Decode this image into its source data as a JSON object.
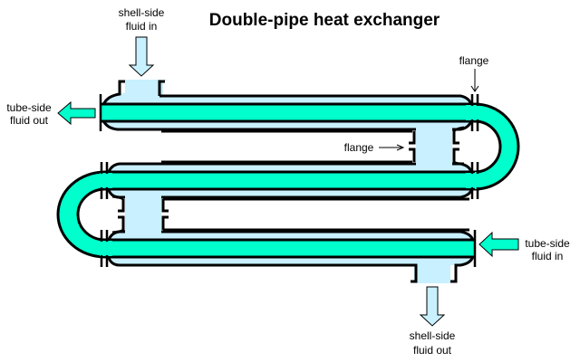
{
  "title": "Double-pipe heat exchanger",
  "colors": {
    "tube_fluid": "#00FFCC",
    "shell_fluid": "#C8F0FF",
    "outline": "#000000",
    "background": "#FFFFFF"
  },
  "labels": {
    "shell_in": [
      "shell-side",
      "fluid in"
    ],
    "shell_out": [
      "shell-side",
      "fluid out"
    ],
    "tube_in": [
      "tube-side",
      "fluid in"
    ],
    "tube_out": [
      "tube-side",
      "fluid out"
    ],
    "flange_top": "flange",
    "flange_middle": "flange"
  },
  "icons": {
    "shell_in_arrow": "arrow-down",
    "shell_out_arrow": "arrow-down",
    "tube_in_arrow": "arrow-left",
    "tube_out_arrow": "arrow-left"
  }
}
